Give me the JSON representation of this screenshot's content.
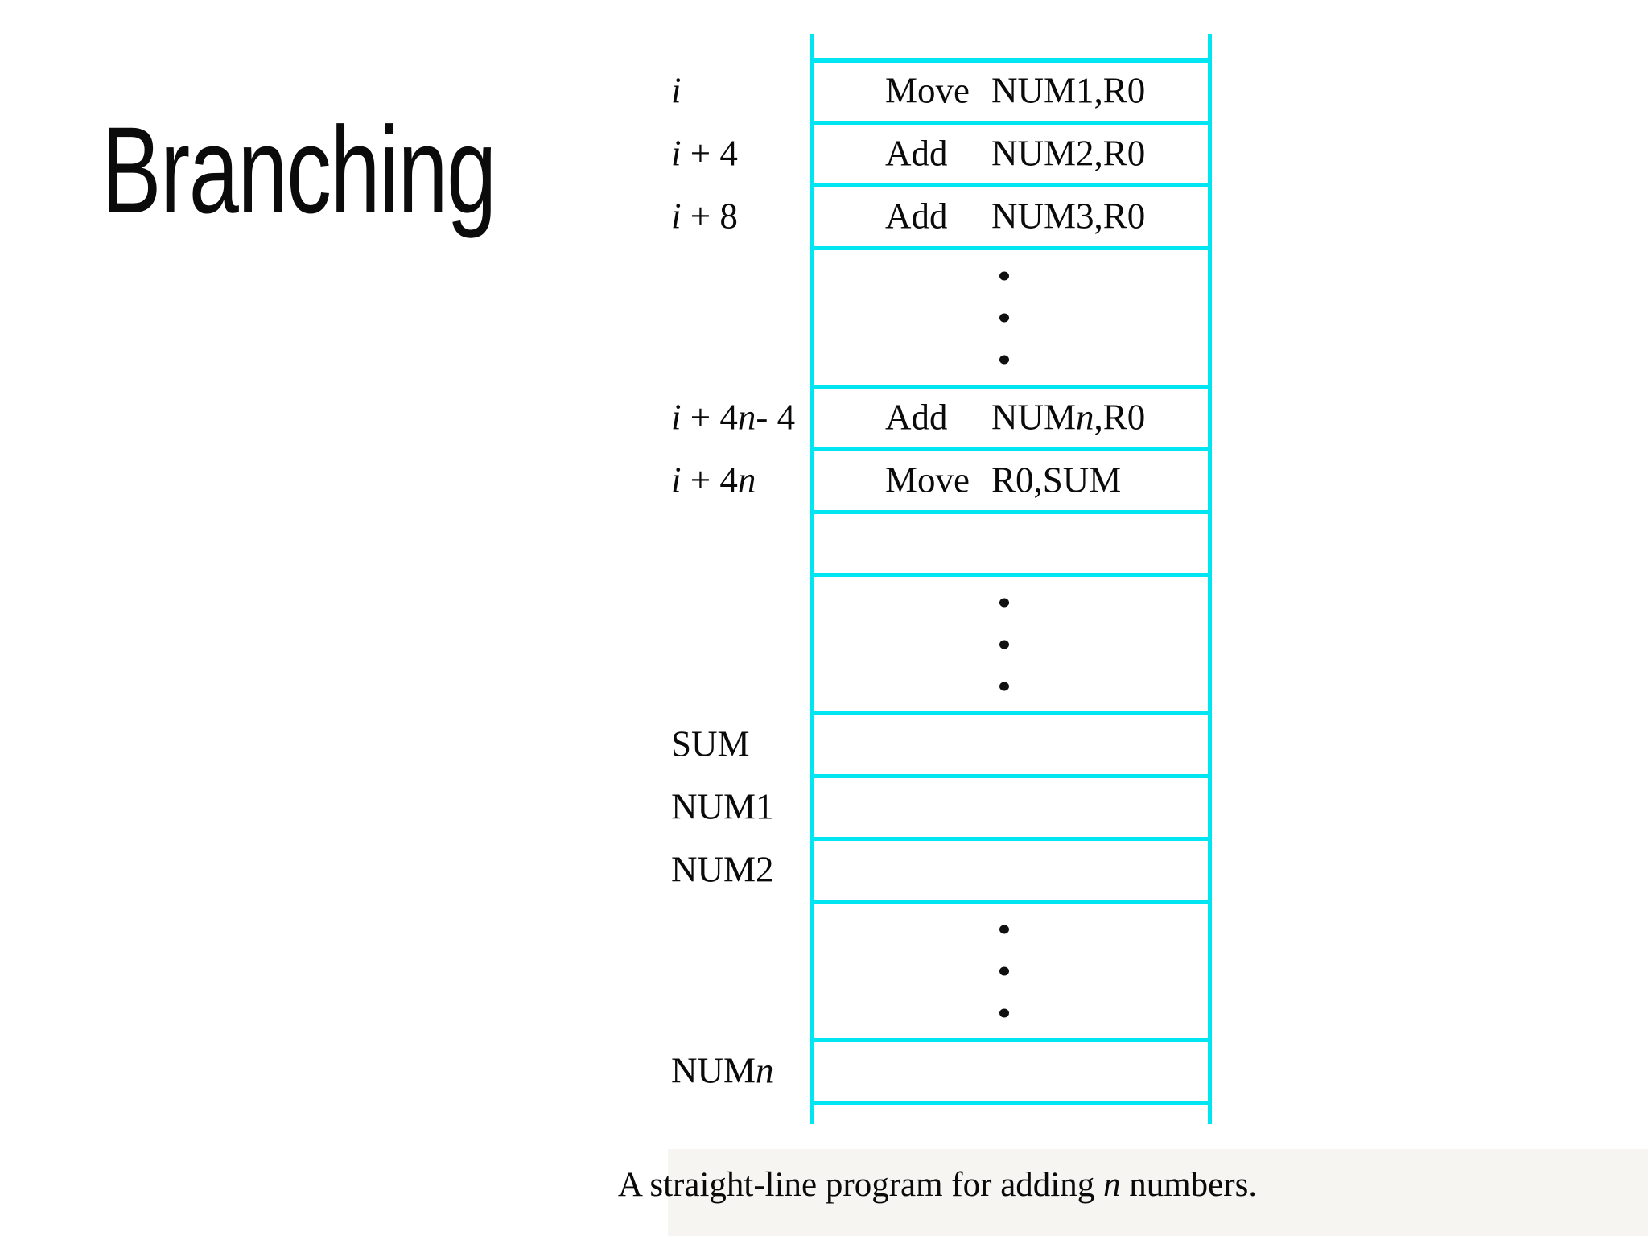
{
  "slide": {
    "title": "Branching"
  },
  "colors": {
    "line": "#00e5f2",
    "text": "#0a0a0a",
    "background": "#ffffff"
  },
  "memory_diagram": {
    "description": "vertical memory ladder, open at top and bottom",
    "rows": [
      {
        "type": "instruction",
        "label_parts": [
          {
            "t": "i",
            "i": true
          }
        ],
        "mnemonic": "Move",
        "operand_parts": [
          {
            "t": "NUM1,R0"
          }
        ]
      },
      {
        "type": "instruction",
        "label_parts": [
          {
            "t": "i",
            "i": true
          },
          {
            "t": " + 4"
          }
        ],
        "mnemonic": "Add",
        "operand_parts": [
          {
            "t": "NUM2,R0"
          }
        ]
      },
      {
        "type": "instruction",
        "label_parts": [
          {
            "t": "i",
            "i": true
          },
          {
            "t": " + 8"
          }
        ],
        "mnemonic": "Add",
        "operand_parts": [
          {
            "t": "NUM3,R0"
          }
        ]
      },
      {
        "type": "ellipsis"
      },
      {
        "type": "instruction",
        "label_parts": [
          {
            "t": "i",
            "i": true
          },
          {
            "t": " + 4"
          },
          {
            "t": "n",
            "i": true
          },
          {
            "t": "- 4"
          }
        ],
        "mnemonic": "Add",
        "operand_parts": [
          {
            "t": "NUM"
          },
          {
            "t": "n",
            "i": true
          },
          {
            "t": ",R0"
          }
        ]
      },
      {
        "type": "instruction",
        "label_parts": [
          {
            "t": "i",
            "i": true
          },
          {
            "t": " + 4"
          },
          {
            "t": "n",
            "i": true
          }
        ],
        "mnemonic": "Move",
        "operand_parts": [
          {
            "t": "R0,SUM"
          }
        ]
      },
      {
        "type": "empty"
      },
      {
        "type": "ellipsis"
      },
      {
        "type": "data",
        "label_parts": [
          {
            "t": "SUM"
          }
        ]
      },
      {
        "type": "data",
        "label_parts": [
          {
            "t": "NUM1"
          }
        ]
      },
      {
        "type": "data",
        "label_parts": [
          {
            "t": "NUM2"
          }
        ]
      },
      {
        "type": "ellipsis"
      },
      {
        "type": "data",
        "label_parts": [
          {
            "t": "NUM"
          },
          {
            "t": "n",
            "i": true
          }
        ]
      }
    ]
  },
  "caption": {
    "parts": [
      {
        "t": "A straight-line  program for adding "
      },
      {
        "t": "n",
        "i": true
      },
      {
        "t": " numbers."
      }
    ]
  }
}
